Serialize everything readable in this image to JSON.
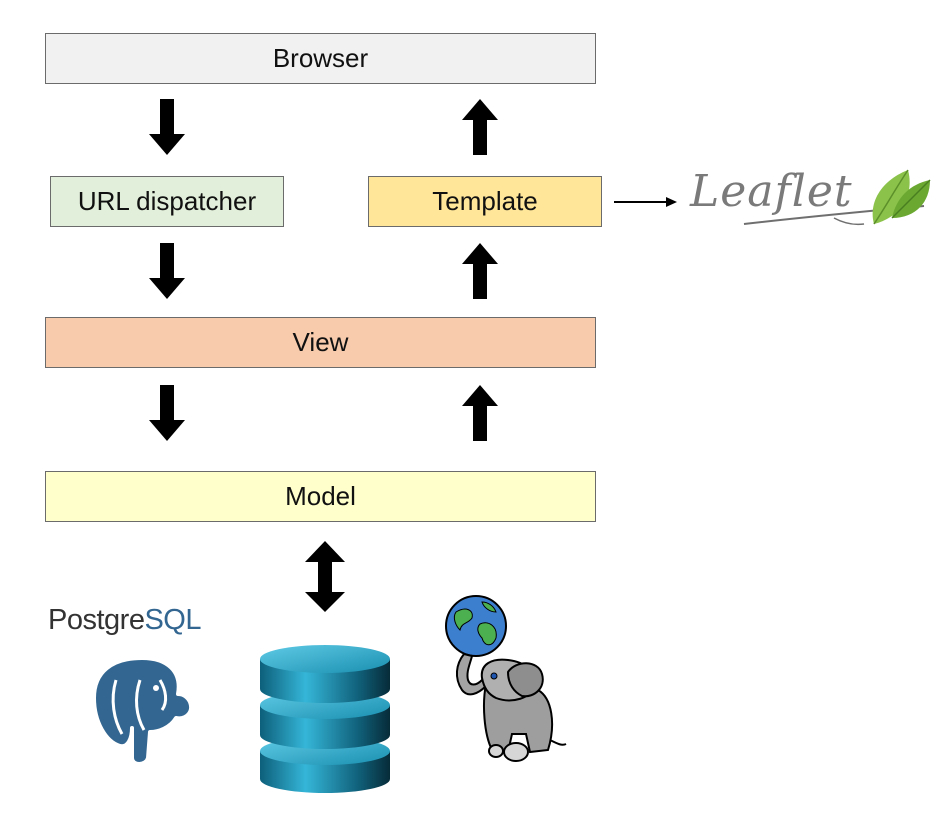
{
  "diagram": {
    "layers": {
      "browser": "Browser",
      "url_dispatcher": "URL dispatcher",
      "template": "Template",
      "view": "View",
      "model": "Model"
    },
    "logos": {
      "leaflet_text": "Leaflet",
      "postgresql_part1": "Postgre",
      "postgresql_part2": "SQL"
    },
    "colors": {
      "browser_fill": "#f1f1f1",
      "url_dispatcher_fill": "#e2efda",
      "template_fill": "#ffe699",
      "view_fill": "#f8cbad",
      "model_fill": "#ffffcc",
      "arrow": "#000000",
      "postgres_blue": "#336791",
      "database_teal": "#1a8fb0",
      "leaf_green": "#7cc242"
    },
    "icons": [
      "postgresql-elephant-icon",
      "database-cylinder-icon",
      "postgis-elephant-globe-icon",
      "leaflet-leaf-icon"
    ]
  }
}
